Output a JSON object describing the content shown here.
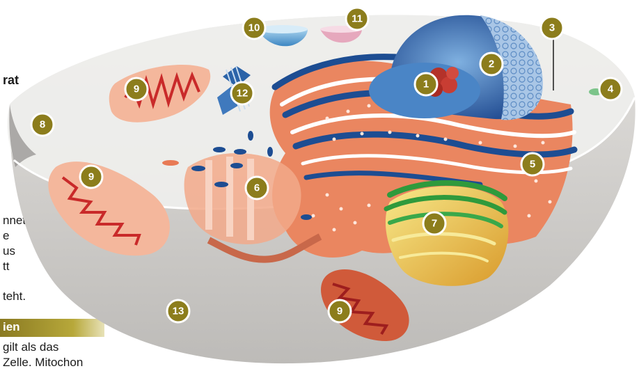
{
  "side_text": {
    "heading_fragment": "rat",
    "paragraph_lines": [
      "nnet",
      "e",
      "us",
      "tt",
      "teht."
    ],
    "section_heading": "ien",
    "section_lines": [
      "gilt als das",
      "Zelle. Mitochon"
    ]
  },
  "labels": [
    "1",
    "2",
    "3",
    "4",
    "5",
    "6",
    "7",
    "8",
    "9",
    "9",
    "9",
    "9",
    "10",
    "11",
    "12",
    "13"
  ],
  "colors": {
    "badge_fill": "#8c7d1c",
    "badge_ring": "#ffffff",
    "cytoplasm": "#d9d7d4",
    "membrane_top": "#eeeeec",
    "er_blue": "#1d4d92",
    "er_orange": "#e87a55",
    "nucleus_blue": "#3f79bd",
    "mitochondria_red": "#c92a2a",
    "golgi_green": "#2f9a3c",
    "golgi_yellow": "#f2d64a"
  }
}
